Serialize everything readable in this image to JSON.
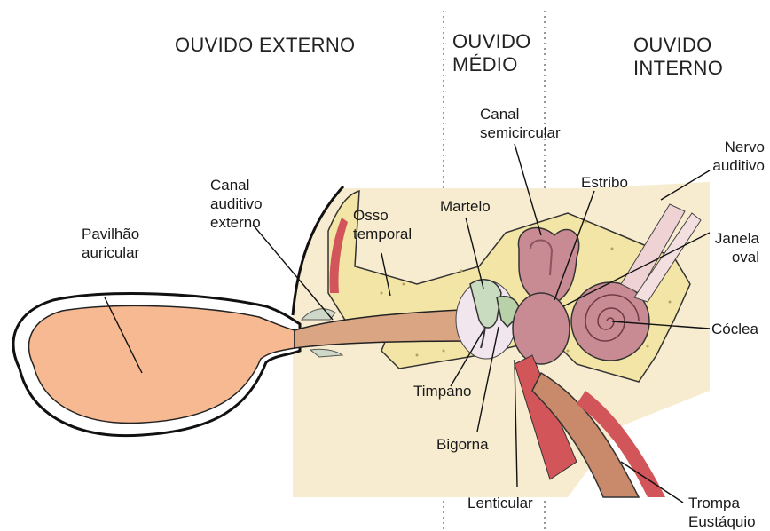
{
  "sections": {
    "external": "OUVIDO EXTERNO",
    "middle": "OUVIDO\nMÉDIO",
    "internal": "OUVIDO\nINTERNO"
  },
  "labels": {
    "pinna": "Pavilhão\nauricular",
    "ear_canal": "Canal\nauditivo\nexterno",
    "temporal_bone": "Osso\ntemporal",
    "malleus": "Martelo",
    "semicircular_canal": "Canal\nsemicircular",
    "stapes": "Estribo",
    "auditory_nerve": "Nervo\nauditivo",
    "oval_window": "Janela\noval",
    "cochlea": "Cóclea",
    "eardrum": "Timpano",
    "incus": "Bigorna",
    "lenticular": "Lenticular",
    "eustachian_tube": "Trompa\nEustáquio"
  },
  "colors": {
    "pinna": "#f6b992",
    "bone": "#f3e5a6",
    "skin": "#f7eccf",
    "canal": "#d9a583",
    "organ": "#c88a93",
    "muscle": "#d2555a",
    "outline": "#111111"
  }
}
